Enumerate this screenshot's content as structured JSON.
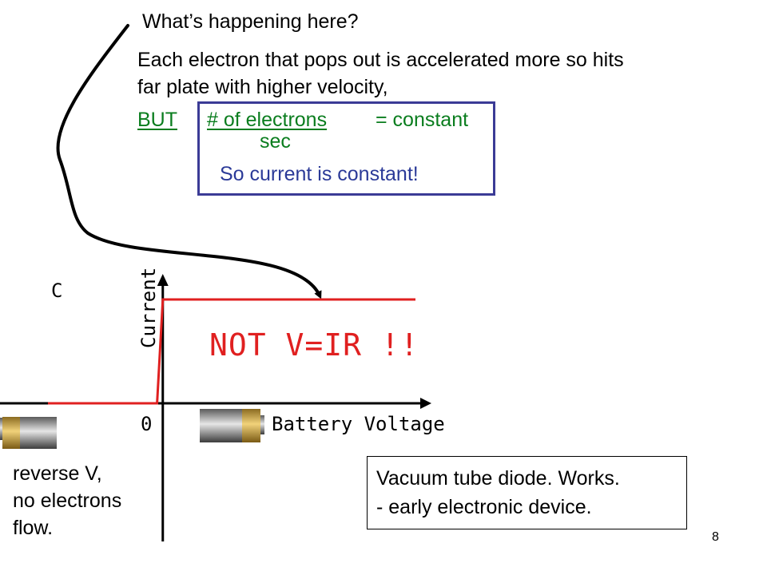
{
  "slide": {
    "question": "What’s happening here?",
    "explanation_line1": "Each electron that pops out is accelerated more so hits",
    "explanation_line2": "far plate with higher velocity,",
    "but_label": "BUT",
    "rate_numerator": "# of electrons",
    "rate_equals": "= constant",
    "rate_denominator": "sec",
    "conclusion": "So current is constant!",
    "letter_c": "C",
    "emphasis": "NOT V=IR !!",
    "reverse_note_line1": "reverse V,",
    "reverse_note_line2": "no electrons",
    "reverse_note_line3": "flow.",
    "device_note_line1": "Vacuum tube diode. Works.",
    "device_note_line2": "- early electronic device.",
    "page_number": "8"
  },
  "chart_data": {
    "type": "line",
    "xlabel": "Battery Voltage",
    "ylabel": "Current",
    "x_tick_label": "0",
    "series": [
      {
        "x": [
          -1.0,
          -0.05,
          0.0,
          2.2
        ],
        "y": [
          0.0,
          0.0,
          1.0,
          1.0
        ],
        "color": "#e02020"
      }
    ],
    "xlim": [
      -1.0,
      2.2
    ],
    "ylim": [
      0.0,
      1.0
    ],
    "axis_color": "#000000"
  }
}
